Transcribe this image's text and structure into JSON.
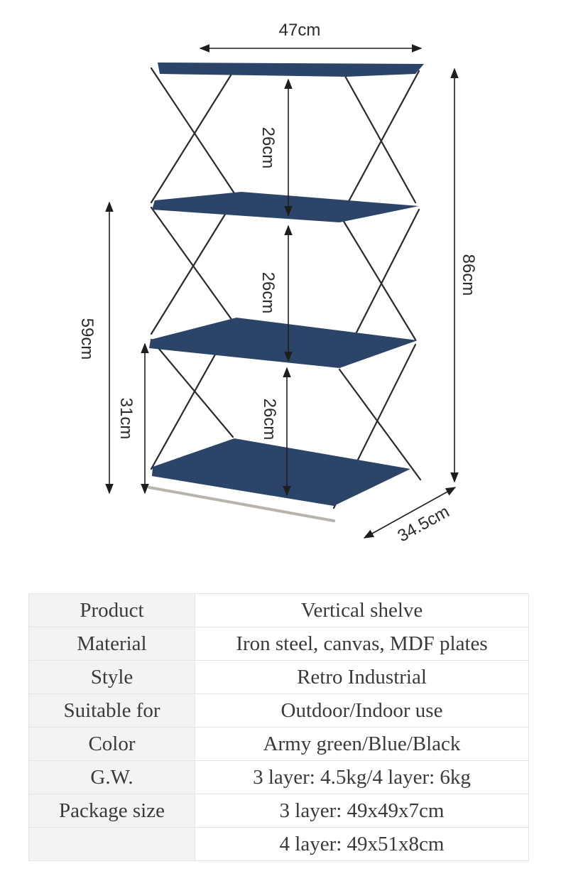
{
  "dimensions": {
    "width": "47cm",
    "shelf_gap_1": "26cm",
    "shelf_gap_2": "26cm",
    "shelf_gap_3": "26cm",
    "total_height": "86cm",
    "lower_height": "59cm",
    "bottom_height": "31cm",
    "depth": "34.5cm"
  },
  "product_colors": {
    "canvas": "#2c4468",
    "frame": "#2a2a2a"
  },
  "specs": [
    {
      "label": "Product",
      "value": "Vertical shelve"
    },
    {
      "label": "Material",
      "value": "Iron steel, canvas, MDF plates"
    },
    {
      "label": "Style",
      "value": "Retro Industrial"
    },
    {
      "label": "Suitable for",
      "value": "Outdoor/Indoor use"
    },
    {
      "label": "Color",
      "value": "Army green/Blue/Black"
    },
    {
      "label": "G.W.",
      "value": "3 layer: 4.5kg/4 layer: 6kg"
    },
    {
      "label": "Package size",
      "value": "3 layer: 49x49x7cm"
    },
    {
      "label": "",
      "value": "4 layer: 49x51x8cm"
    }
  ]
}
